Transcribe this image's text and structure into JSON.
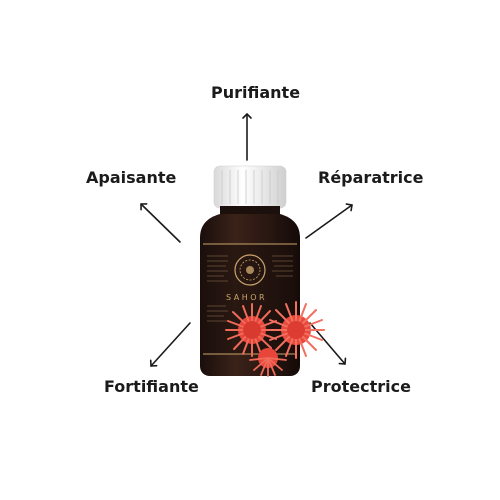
{
  "labels": {
    "top": "Purifiante",
    "upper_left": "Apaisante",
    "upper_right": "Réparatrice",
    "lower_left": "Fortifiante",
    "lower_right": "Protectrice"
  },
  "bottle": {
    "brand_text": "SAHOR",
    "cap_color": "#f4f4f4",
    "body_color": "#2a1712",
    "accent_color": "#c9a46a"
  },
  "flower": {
    "color": "#ef5a4a"
  }
}
